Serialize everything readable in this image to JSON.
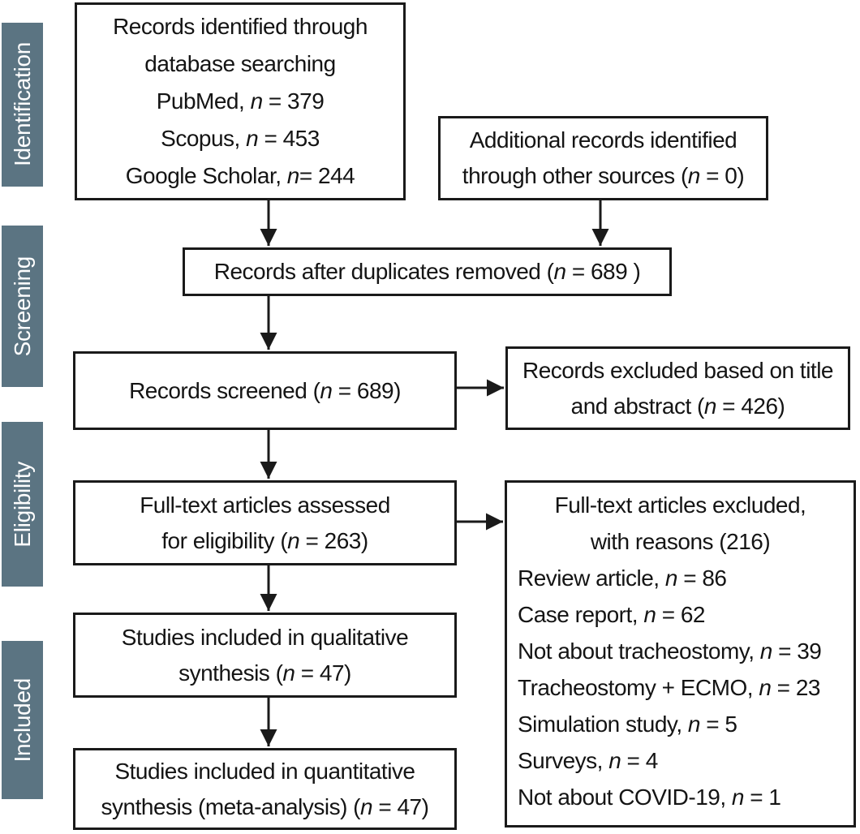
{
  "sidebar": {
    "color": "#5b7482",
    "stages": [
      {
        "label": "Identification"
      },
      {
        "label": "Screening"
      },
      {
        "label": "Eligibility"
      },
      {
        "label": "Included"
      }
    ]
  },
  "flow": {
    "records_identified": {
      "lines": [
        "Records identified through",
        "database searching",
        "PubMed, n = 379",
        "Scopus, n = 453",
        "Google Scholar, n= 244"
      ]
    },
    "additional_records": {
      "lines": [
        "Additional records identified",
        "through other sources (n = 0)"
      ]
    },
    "duplicates_removed": {
      "lines": [
        "Records after duplicates removed (n = 689 )"
      ]
    },
    "records_screened": {
      "lines": [
        "Records screened (n = 689)"
      ]
    },
    "records_excluded": {
      "lines": [
        "Records excluded based on title",
        "and abstract (n = 426)"
      ]
    },
    "fulltext_assessed": {
      "lines": [
        "Full-text articles assessed",
        "for eligibility (n = 263)"
      ]
    },
    "fulltext_excluded": {
      "title_lines": [
        "Full-text articles excluded,",
        "with reasons (216)"
      ],
      "reasons": [
        "Review article, n = 86",
        "Case report, n = 62",
        "Not about tracheostomy, n = 39",
        "Tracheostomy + ECMO, n = 23",
        "Simulation study, n = 5",
        "Surveys, n = 4",
        "Not about COVID-19, n = 1"
      ]
    },
    "qualitative_synthesis": {
      "lines": [
        "Studies included in qualitative",
        "synthesis (n = 47)"
      ]
    },
    "quantitative_synthesis": {
      "lines": [
        "Studies included in quantitative",
        "synthesis (meta-analysis) (n = 47)"
      ]
    }
  }
}
